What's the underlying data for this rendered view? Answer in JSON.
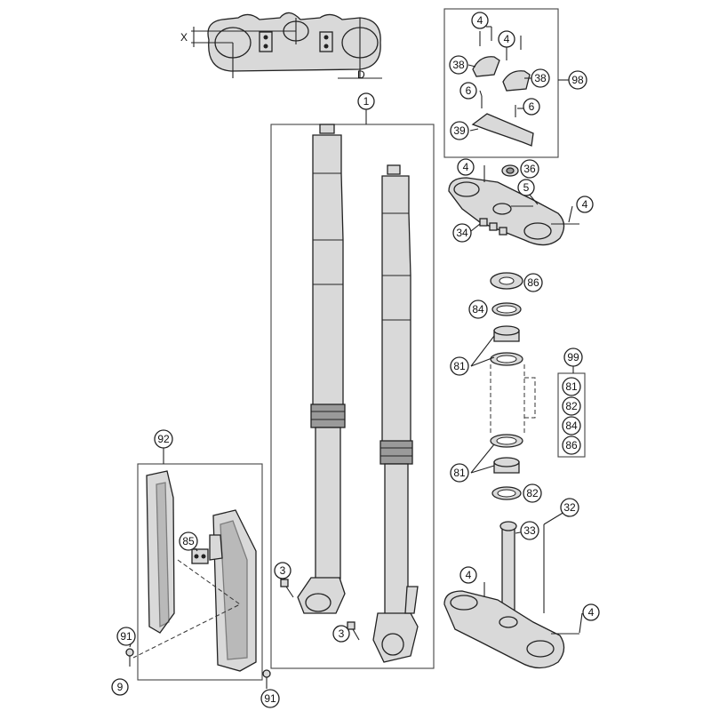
{
  "diagram": {
    "dimension_labels": {
      "x": "X",
      "d": "D"
    },
    "callouts": [
      {
        "id": "c1",
        "label": "1"
      },
      {
        "id": "c4a",
        "label": "4"
      },
      {
        "id": "c4b",
        "label": "4"
      },
      {
        "id": "c38a",
        "label": "38"
      },
      {
        "id": "c38b",
        "label": "38"
      },
      {
        "id": "c98",
        "label": "98"
      },
      {
        "id": "c6a",
        "label": "6"
      },
      {
        "id": "c6b",
        "label": "6"
      },
      {
        "id": "c39",
        "label": "39"
      },
      {
        "id": "c4c",
        "label": "4"
      },
      {
        "id": "c36",
        "label": "36"
      },
      {
        "id": "c5",
        "label": "5"
      },
      {
        "id": "c4d",
        "label": "4"
      },
      {
        "id": "c34",
        "label": "34"
      },
      {
        "id": "c86",
        "label": "86"
      },
      {
        "id": "c84",
        "label": "84"
      },
      {
        "id": "c81a",
        "label": "81"
      },
      {
        "id": "c99",
        "label": "99"
      },
      {
        "id": "k81",
        "label": "81"
      },
      {
        "id": "k82",
        "label": "82"
      },
      {
        "id": "k84",
        "label": "84"
      },
      {
        "id": "k86",
        "label": "86"
      },
      {
        "id": "c81b",
        "label": "81"
      },
      {
        "id": "c82",
        "label": "82"
      },
      {
        "id": "c32",
        "label": "32"
      },
      {
        "id": "c33",
        "label": "33"
      },
      {
        "id": "c4e",
        "label": "4"
      },
      {
        "id": "c4f",
        "label": "4"
      },
      {
        "id": "c92",
        "label": "92"
      },
      {
        "id": "c85",
        "label": "85"
      },
      {
        "id": "c3a",
        "label": "3"
      },
      {
        "id": "c3b",
        "label": "3"
      },
      {
        "id": "c91a",
        "label": "91"
      },
      {
        "id": "c9",
        "label": "9"
      },
      {
        "id": "c91b",
        "label": "91"
      }
    ]
  }
}
